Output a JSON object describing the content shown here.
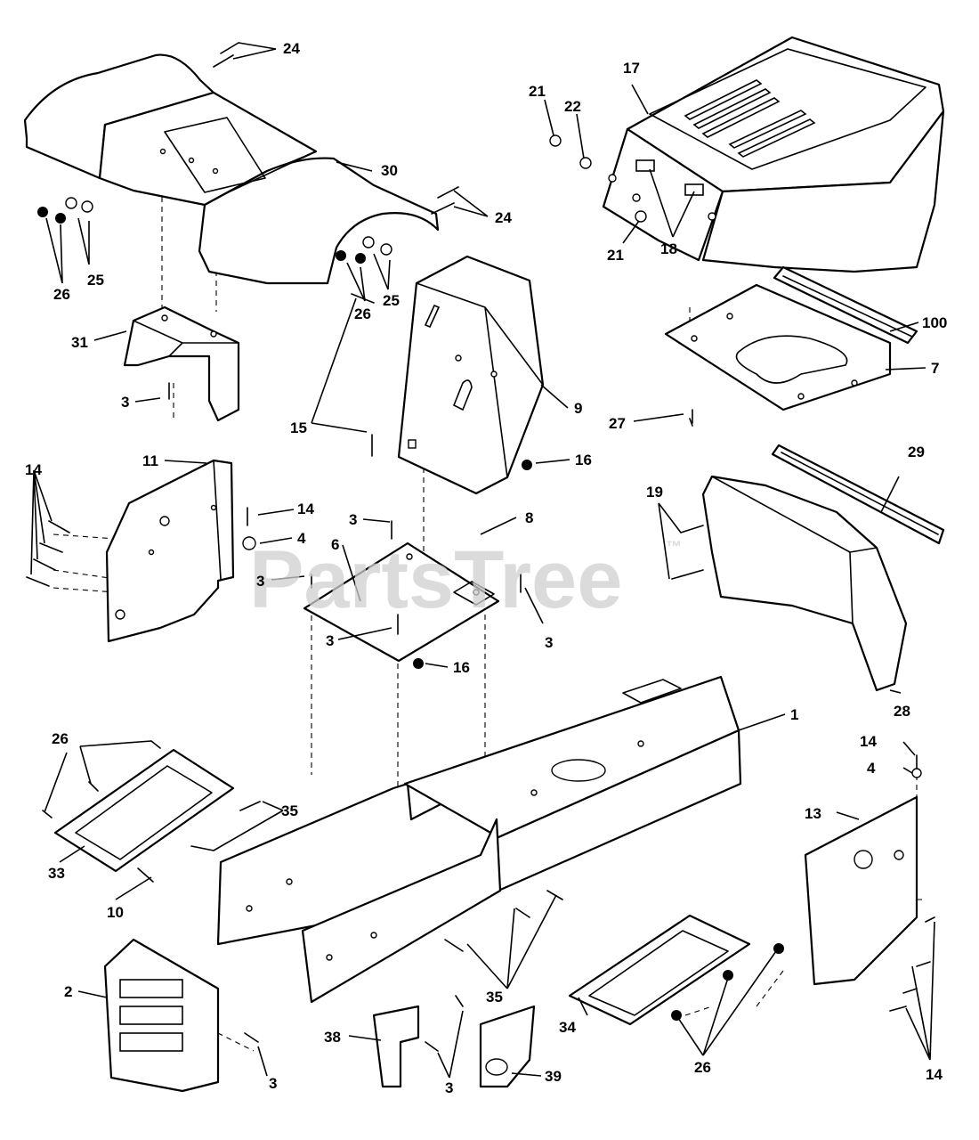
{
  "watermark": {
    "text": "PartsTree",
    "trademark": "™"
  },
  "callouts": {
    "c1": "1",
    "c2": "2",
    "c3a": "3",
    "c3b": "3",
    "c3c": "3",
    "c3d": "3",
    "c3e": "3",
    "c3f": "3",
    "c3g": "3",
    "c4a": "4",
    "c4b": "4",
    "c6": "6",
    "c7": "7",
    "c8": "8",
    "c9": "9",
    "c10": "10",
    "c11": "11",
    "c13": "13",
    "c14a": "14",
    "c14b": "14",
    "c14c": "14",
    "c14d": "14",
    "c15": "15",
    "c16a": "16",
    "c16b": "16",
    "c17": "17",
    "c18": "18",
    "c19": "19",
    "c21a": "21",
    "c21b": "21",
    "c22": "22",
    "c24a": "24",
    "c24b": "24",
    "c25a": "25",
    "c25b": "25",
    "c26a": "26",
    "c26b": "26",
    "c26c": "26",
    "c26d": "26",
    "c27": "27",
    "c28": "28",
    "c29": "29",
    "c30": "30",
    "c31": "31",
    "c33": "33",
    "c34": "34",
    "c35a": "35",
    "c35b": "35",
    "c38": "38",
    "c39": "39",
    "c100": "100"
  }
}
